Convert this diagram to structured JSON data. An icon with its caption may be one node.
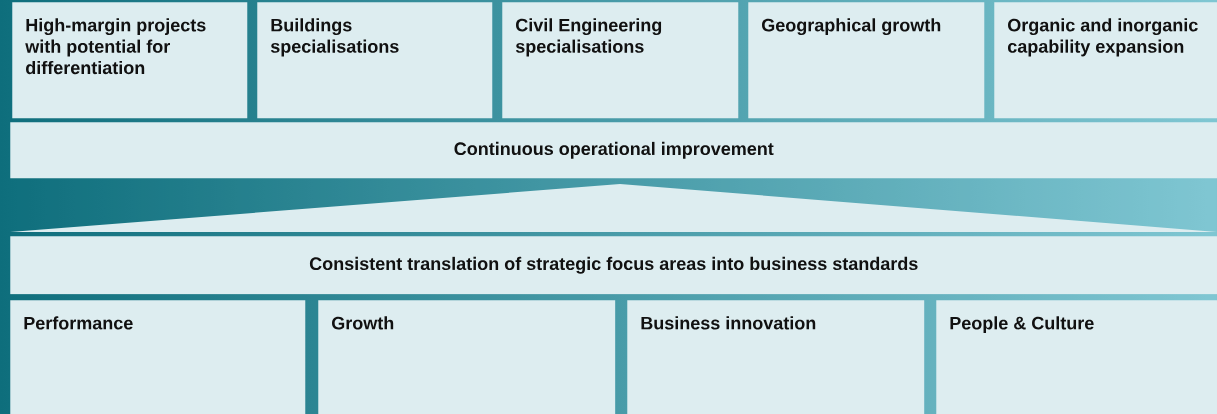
{
  "diagram": {
    "nodes": [
      {
        "text": [
          "High-margin projects with potential for differentiation"
        ]
      },
      {
        "text": [
          "Buildings specialisations"
        ]
      },
      {
        "text": [
          "Civil Engineering specialisations"
        ]
      },
      {
        "text": [
          "Geographical growth"
        ]
      },
      {
        "text": [
          "Organic and inorganic capability expansion"
        ]
      },
      {
        "text": [
          "Continuous operational improvement"
        ]
      },
      {
        "text": [],
        "shape": "triangle"
      },
      {
        "text": [
          "Consistent translation of strategic focus areas into business standards"
        ]
      },
      {
        "text": [
          "Performance"
        ]
      },
      {
        "text": [
          "Growth"
        ]
      },
      {
        "text": [
          "Business innovation"
        ]
      },
      {
        "text": [
          "People & Culture"
        ]
      }
    ]
  }
}
